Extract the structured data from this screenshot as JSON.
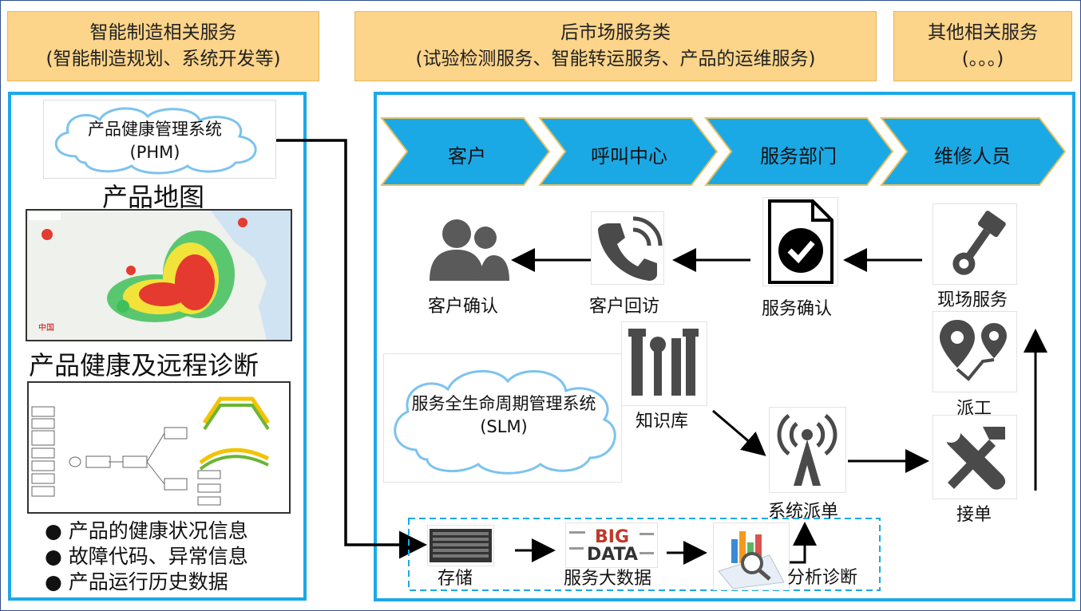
{
  "headers": {
    "h1": {
      "line1": "智能制造相关服务",
      "line2": "(智能制造规划、系统开发等)"
    },
    "h2": {
      "line1": "后市场服务类",
      "line2": "(试验检测服务、智能转运服务、产品的运维服务)"
    },
    "h3": {
      "line1": "其他相关服务",
      "line2": "(。。。)"
    }
  },
  "left": {
    "phm_line1": "产品健康管理系统",
    "phm_line2": "(PHM)",
    "map_title": "产品地图",
    "diag_title": "产品健康及远程诊断",
    "map_country_label": "中国",
    "bullets": [
      "产品的健康状况信息",
      "故障代码、异常信息",
      "产品运行历史数据"
    ]
  },
  "process": [
    "客户",
    "呼叫中心",
    "服务部门",
    "维修人员"
  ],
  "icons": {
    "customer_confirm": "客户确认",
    "customer_revisit": "客户回访",
    "service_confirm": "服务确认",
    "field_service": "现场服务",
    "dispatch": "派工",
    "accept": "接单",
    "system_dispatch": "系统派单",
    "knowledge_base": "知识库",
    "storage": "存储",
    "big_data": "服务大数据",
    "analysis": "分析诊断",
    "big_data_logo_line1": "BIG",
    "big_data_logo_line2": "DATA"
  },
  "slm": {
    "line1": "服务全生命周期管理系统",
    "line2": "(SLM)"
  },
  "colors": {
    "header_fill": "#fcd48a",
    "panel_border": "#1ba9e6",
    "chevron_fill": "#1ba9e6",
    "chevron_border": "#e8c060"
  }
}
